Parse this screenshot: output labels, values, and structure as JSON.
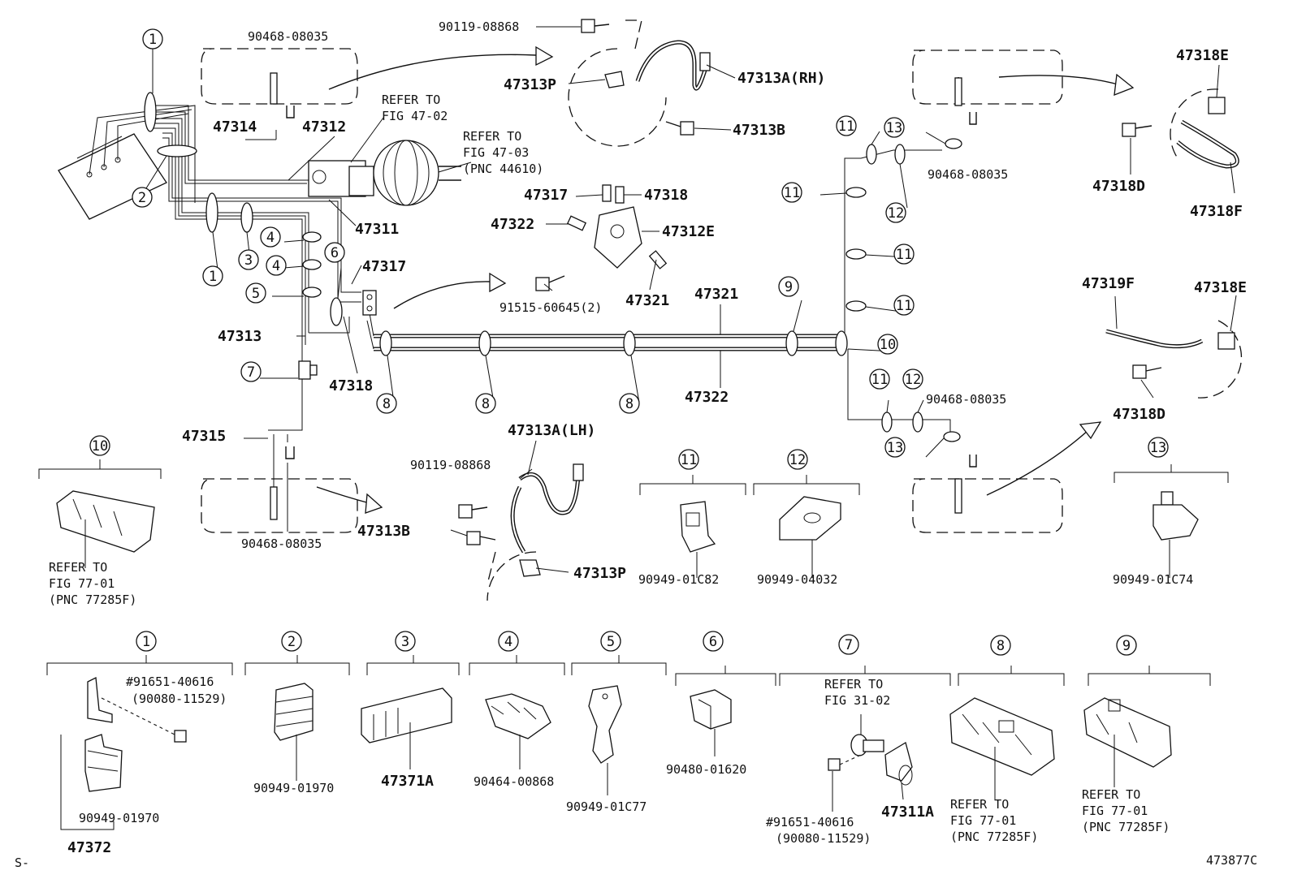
{
  "diagram_id": "473877C",
  "corner_mark": "S-",
  "part_labels": {
    "p_90468_a": "90468-08035",
    "p_90119_a": "90119-08868",
    "p_47313P_a": "47313P",
    "p_47313A_rh": "47313A(RH)",
    "p_47313B_a": "47313B",
    "p_47314": "47314",
    "p_47312": "47312",
    "p_47311": "47311",
    "p_47317_a": "47317",
    "p_47318_a": "47318",
    "p_47322_a": "47322",
    "p_47312E": "47312E",
    "p_47321_a": "47321",
    "p_47317_b": "47317",
    "p_91515": "91515-60645(2)",
    "p_47321_b": "47321",
    "p_47313": "47313",
    "p_47318_b": "47318",
    "p_47322_b": "47322",
    "p_47315": "47315",
    "p_90468_b": "90468-08035",
    "p_47313A_lh": "47313A(LH)",
    "p_90119_b": "90119-08868",
    "p_47313B_b": "47313B",
    "p_47313P_b": "47313P",
    "p_90468_c": "90468-08035",
    "p_90468_d": "90468-08035",
    "p_47318E_a": "47318E",
    "p_47318D_a": "47318D",
    "p_47318F": "47318F",
    "p_47319F": "47319F",
    "p_47318E_b": "47318E",
    "p_47318D_b": "47318D",
    "p_90949_01C82": "90949-01C82",
    "p_90949_04032": "90949-04032",
    "p_90949_01C74": "90949-01C74",
    "p_91651_a": "#91651-40616",
    "p_90080_a": "(90080-11529)",
    "p_90949_01970_a": "90949-01970",
    "p_47372": "47372",
    "p_90949_01970_b": "90949-01970",
    "p_47371A": "47371A",
    "p_90464": "90464-00868",
    "p_90949_01C77": "90949-01C77",
    "p_90480": "90480-01620",
    "p_91651_b": "#91651-40616",
    "p_90080_b": "(90080-11529)",
    "p_47311A": "47311A"
  },
  "references": {
    "ref_4702": [
      "REFER TO",
      "FIG 47-02"
    ],
    "ref_4703": [
      "REFER TO",
      "FIG 47-03",
      "(PNC 44610)"
    ],
    "ref_10": [
      "REFER TO",
      "FIG 77-01",
      "(PNC 77285F)"
    ],
    "ref_7": [
      "REFER TO",
      "FIG 31-02"
    ],
    "ref_8": [
      "REFER TO",
      "FIG 77-01",
      "(PNC 77285F)"
    ],
    "ref_9": [
      "REFER TO",
      "FIG 77-01",
      "(PNC 77285F)"
    ]
  },
  "callouts": {
    "c1a": "1",
    "c2a": "2",
    "c1b": "1",
    "c3a": "3",
    "c4a": "4",
    "c4b": "4",
    "c5a": "5",
    "c6a": "6",
    "c7a": "7",
    "c8a": "8",
    "c8b": "8",
    "c8c": "8",
    "c9a": "9",
    "c10a": "10",
    "c11a": "11",
    "c11b": "11",
    "c11c": "11",
    "c11d": "11",
    "c11e": "11",
    "c12a": "12",
    "c12b": "12",
    "c13a": "13",
    "c13b": "13",
    "h10": "10",
    "h11": "11",
    "h12": "12",
    "h13": "13",
    "h1": "1",
    "h2": "2",
    "h3": "3",
    "h4": "4",
    "h5": "5",
    "h6": "6",
    "h7": "7",
    "h8": "8",
    "h9": "9"
  }
}
